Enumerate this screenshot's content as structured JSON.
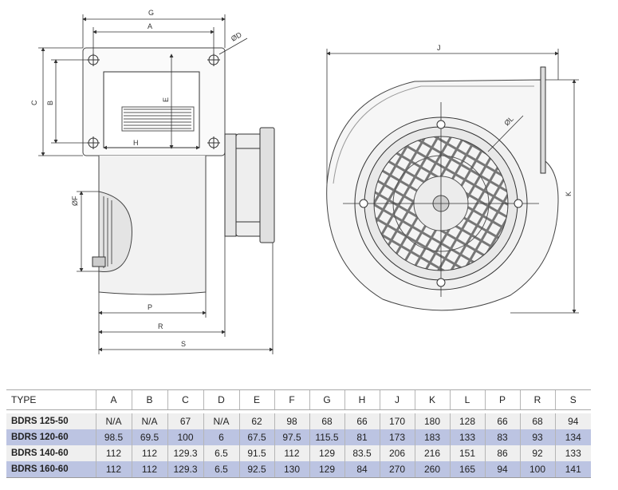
{
  "diagram": {
    "side_view_labels": {
      "G": "G",
      "A": "A",
      "D": "ØD",
      "C": "C",
      "B": "B",
      "E": "E",
      "H": "H",
      "F": "ØF",
      "P": "P",
      "R": "R",
      "S": "S"
    },
    "front_view_labels": {
      "J": "J",
      "L": "ØL",
      "K": "K"
    }
  },
  "table": {
    "headers": [
      "TYPE",
      "A",
      "B",
      "C",
      "D",
      "E",
      "F",
      "G",
      "H",
      "J",
      "K",
      "L",
      "P",
      "R",
      "S"
    ],
    "rows": [
      [
        "BDRS 125-50",
        "N/A",
        "N/A",
        "67",
        "N/A",
        "62",
        "98",
        "68",
        "66",
        "170",
        "180",
        "128",
        "66",
        "68",
        "94"
      ],
      [
        "BDRS 120-60",
        "98.5",
        "69.5",
        "100",
        "6",
        "67.5",
        "97.5",
        "115.5",
        "81",
        "173",
        "183",
        "133",
        "83",
        "93",
        "134"
      ],
      [
        "BDRS 140-60",
        "112",
        "112",
        "129.3",
        "6.5",
        "91.5",
        "112",
        "129",
        "83.5",
        "206",
        "216",
        "151",
        "86",
        "92",
        "133"
      ],
      [
        "BDRS 160-60",
        "112",
        "112",
        "129.3",
        "6.5",
        "92.5",
        "130",
        "129",
        "84",
        "270",
        "260",
        "165",
        "94",
        "100",
        "141"
      ]
    ],
    "row_colors": [
      "#efefef",
      "#bcc4e2"
    ]
  }
}
